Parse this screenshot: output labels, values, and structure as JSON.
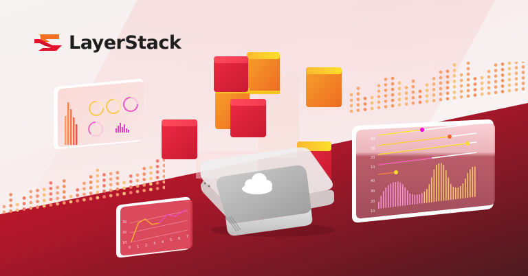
{
  "brand": {
    "name": "LayerStack",
    "logo_icon": "layered-s-logo-icon",
    "colors": {
      "primary_red": "#e3132c",
      "orange": "#f36f21",
      "dark_red": "#6e1a24",
      "text": "#1e1e1e"
    }
  },
  "scene": {
    "central_device": {
      "icon": "cloud-icon",
      "label": "cloud server"
    },
    "cubes": [
      "red-cube",
      "orange-cube",
      "red-cube",
      "orange-cube",
      "red-cube",
      "orange-cube",
      "red-cube"
    ]
  },
  "panels": {
    "left_dashboard": {
      "widgets": [
        "bar-chart",
        "ring-gauge",
        "ring-gauge",
        "ring-gauge",
        "ring-gauge",
        "equalizer-chart"
      ]
    },
    "line_chart_panel": {
      "y_ticks": [
        "10",
        "20",
        "30"
      ],
      "x_ticks": [
        "0",
        "1",
        "2",
        "3",
        "4",
        "5",
        "6",
        "7"
      ]
    },
    "right_panel": {
      "slider_ticks": [
        "40",
        "30",
        "20",
        "10"
      ],
      "bar_ticks": [
        "40",
        "30",
        "20",
        "10"
      ]
    }
  },
  "chart_data": [
    {
      "type": "line",
      "title": "",
      "x": [
        0,
        1,
        2,
        3,
        4,
        5,
        6,
        7
      ],
      "values": [
        10,
        28,
        29,
        26,
        26,
        31,
        29,
        32
      ],
      "xlabel": "",
      "ylabel": "",
      "ylim": [
        10,
        30
      ],
      "x_tick_labels": [
        "0",
        "1",
        "2",
        "3",
        "4",
        "5",
        "6",
        "7"
      ],
      "y_tick_labels": [
        "10",
        "20",
        "30"
      ],
      "grid": true
    },
    {
      "type": "bar",
      "title": "",
      "y_tick_labels": [
        "10",
        "20",
        "30",
        "40"
      ],
      "ylim": [
        10,
        40
      ],
      "values": [
        14,
        19,
        23,
        26,
        28,
        29,
        30,
        30,
        30,
        29,
        27,
        24,
        21,
        18,
        17,
        16,
        16,
        16,
        17,
        18,
        20,
        24,
        30,
        37,
        41,
        42,
        42,
        40,
        35,
        28,
        22,
        19,
        18,
        18,
        19,
        21,
        25,
        30,
        33,
        35,
        35
      ],
      "grid": false
    }
  ]
}
